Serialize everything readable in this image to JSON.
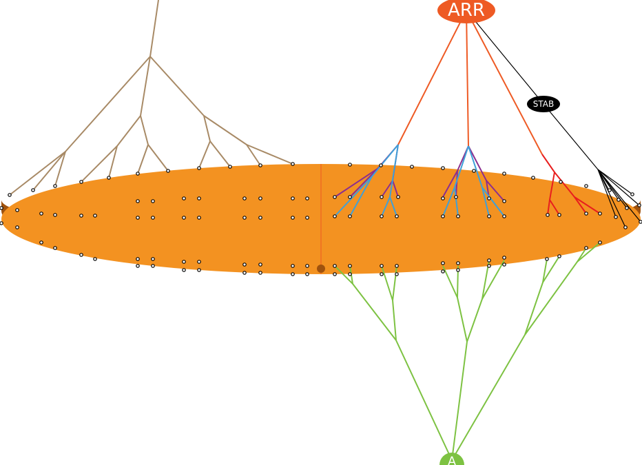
{
  "nodes": {
    "arr": {
      "label": "ARR",
      "color": "#EE5A24"
    },
    "stab": {
      "label": "STAB",
      "color": "#000000"
    },
    "a": {
      "label": "A",
      "color": "#7DC242"
    }
  },
  "colors": {
    "disc_top": "#F39221",
    "disc_side": "#A0520D",
    "tree_tan": "#A88A66",
    "tree_orange": "#EE5A24",
    "tree_purple": "#8B2E8F",
    "tree_blue": "#3FA0D8",
    "tree_red": "#E81E1E",
    "tree_green": "#7DC242",
    "tree_black": "#000000"
  }
}
